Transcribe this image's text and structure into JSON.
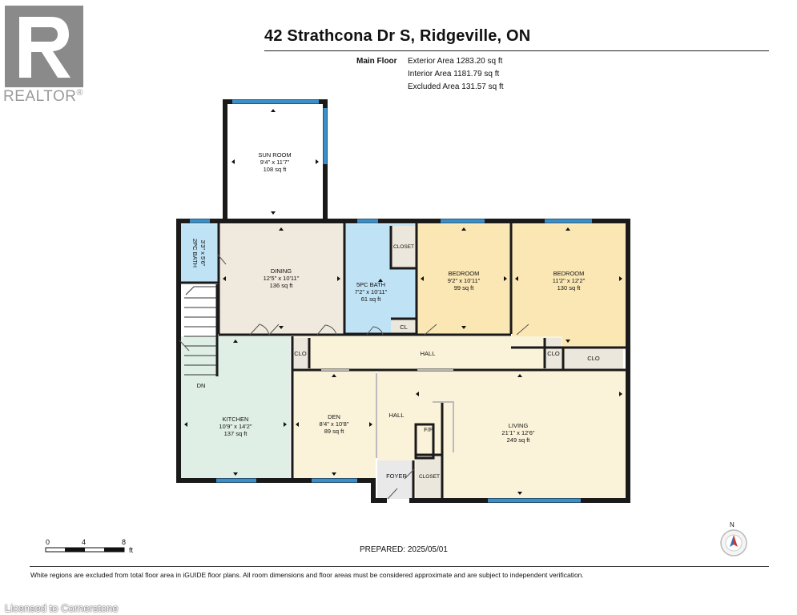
{
  "header": {
    "address": "42 Strathcona Dr S, Ridgeville, ON",
    "floor": "Main Floor",
    "exterior_area": "Exterior Area 1283.20 sq ft",
    "interior_area": "Interior Area 1181.79 sq ft",
    "excluded_area": "Excluded Area 131.57 sq ft"
  },
  "brand": {
    "realtor_word": "REALTOR",
    "reg_mark": "®",
    "logo_color": "#8a8a8a"
  },
  "rooms": {
    "sun_room": {
      "name": "SUN ROOM",
      "dims": "9'4\" x 11'7\"",
      "area": "108 sq ft",
      "color": "#ffffff"
    },
    "bath2": {
      "name": "2PC BATH",
      "dims": "3'3\" x 5'6\"",
      "color": "#bfe2f5"
    },
    "dining": {
      "name": "DINING",
      "dims": "12'5\" x 10'11\"",
      "area": "136 sq ft",
      "color": "#f0e9dd"
    },
    "bath5": {
      "name": "5PC BATH",
      "dims": "7'2\" x 10'11\"",
      "area": "61 sq ft",
      "color": "#bfe2f5"
    },
    "closet_top": {
      "name": "CLOSET"
    },
    "bedroom1": {
      "name": "BEDROOM",
      "dims": "9'2\" x 10'11\"",
      "area": "99 sq ft",
      "color": "#fbe7b4"
    },
    "bedroom2": {
      "name": "BEDROOM",
      "dims": "11'2\" x 12'2\"",
      "area": "130 sq ft",
      "color": "#fbe7b4"
    },
    "cl": {
      "name": "CL"
    },
    "clo_left": {
      "name": "CLO"
    },
    "hall_top": {
      "name": "HALL",
      "color": "#fbf3d9"
    },
    "clo_mid": {
      "name": "CLO"
    },
    "clo_right": {
      "name": "CLO"
    },
    "dn": {
      "name": "DN"
    },
    "kitchen": {
      "name": "KITCHEN",
      "dims": "10'9\" x 14'2\"",
      "area": "137 sq ft",
      "color": "#dfefe6"
    },
    "den": {
      "name": "DEN",
      "dims": "8'4\" x 10'8\"",
      "area": "89 sq ft",
      "color": "#fbf3d9"
    },
    "hall_mid": {
      "name": "HALL"
    },
    "fp": {
      "name": "F/P"
    },
    "living": {
      "name": "LIVING",
      "dims": "21'1\" x 12'6\"",
      "area": "249 sq ft",
      "color": "#fbf3d9"
    },
    "foyer": {
      "name": "FOYER",
      "color": "#e9e9e9"
    },
    "closet_foyer": {
      "name": "CLOSET"
    }
  },
  "colors": {
    "wall": "#1a1a1a",
    "window": "#3b8fc9",
    "closet_fill": "#ece7dc"
  },
  "scale": {
    "labels": [
      "0",
      "4",
      "8"
    ],
    "unit": "ft"
  },
  "compass": {
    "north": "N",
    "needle_color": "#d0392b"
  },
  "footer": {
    "prepared": "PREPARED: 2025/05/01",
    "disclaimer": "White regions are excluded from total floor area in iGUIDE floor plans. All room dimensions and floor areas must be considered approximate and are subject to independent verification.",
    "licensed": "Licensed to Cornerstone"
  }
}
